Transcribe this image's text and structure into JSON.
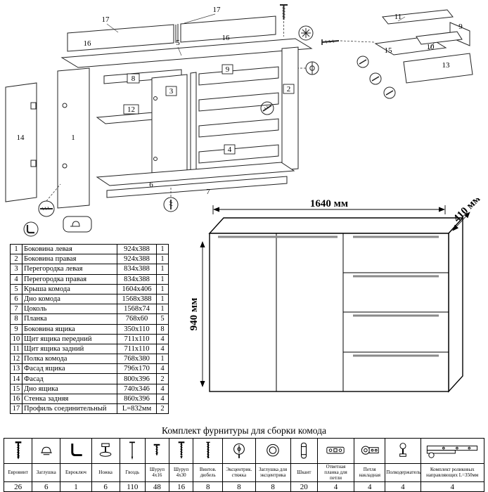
{
  "diagram": {
    "labels": {
      "a17": "17",
      "a16": "16",
      "a5": "5",
      "b16": "16",
      "b17": "17",
      "a8": "8",
      "a12": "12",
      "a3": "3",
      "a14": "14",
      "a1": "1",
      "a2": "2",
      "a9": "9",
      "a4": "4",
      "a6": "6",
      "a7": "7",
      "d11": "11",
      "d9": "9",
      "d15": "15",
      "d10": "10",
      "d13": "13"
    }
  },
  "dresser": {
    "width_label": "1640 мм",
    "depth_label": "410 мм",
    "height_label": "940 мм"
  },
  "parts_table": {
    "rows": [
      {
        "num": "1",
        "name": "Боковина левая",
        "size": "924х388",
        "qty": "1"
      },
      {
        "num": "2",
        "name": "Боковина правая",
        "size": "924х388",
        "qty": "1"
      },
      {
        "num": "3",
        "name": "Перегородка левая",
        "size": "834х388",
        "qty": "1"
      },
      {
        "num": "4",
        "name": "Перегородка правая",
        "size": "834х388",
        "qty": "1"
      },
      {
        "num": "5",
        "name": "Крыша комода",
        "size": "1604х406",
        "qty": "1"
      },
      {
        "num": "6",
        "name": "Дно комода",
        "size": "1568х388",
        "qty": "1"
      },
      {
        "num": "7",
        "name": "Цоколь",
        "size": "1568х74",
        "qty": "1"
      },
      {
        "num": "8",
        "name": "Планка",
        "size": "768х60",
        "qty": "5"
      },
      {
        "num": "9",
        "name": "Боковина ящика",
        "size": "350х110",
        "qty": "8"
      },
      {
        "num": "10",
        "name": "Щит ящика передний",
        "size": "711х110",
        "qty": "4"
      },
      {
        "num": "11",
        "name": "Щит ящика задний",
        "size": "711х110",
        "qty": "4"
      },
      {
        "num": "12",
        "name": "Полка комода",
        "size": "768х380",
        "qty": "1"
      },
      {
        "num": "13",
        "name": "Фасад ящика",
        "size": "796х170",
        "qty": "4"
      },
      {
        "num": "14",
        "name": "Фасад",
        "size": "800х396",
        "qty": "2"
      },
      {
        "num": "15",
        "name": "Дно ящика",
        "size": "740х346",
        "qty": "4"
      },
      {
        "num": "16",
        "name": "Стенка задняя",
        "size": "860х396",
        "qty": "4"
      },
      {
        "num": "17",
        "name": "Профиль соединительный",
        "size": "L=832мм",
        "qty": "2"
      }
    ]
  },
  "hardware": {
    "title": "Комплект фурнитуры для сборки комода",
    "items": [
      {
        "name": "Евровинт",
        "qty": "26"
      },
      {
        "name": "Заглушка",
        "qty": "6"
      },
      {
        "name": "Евроключ",
        "qty": "1"
      },
      {
        "name": "Ножка",
        "qty": "6"
      },
      {
        "name": "Гвоздь",
        "qty": "110"
      },
      {
        "name": "Шуруп 4х16",
        "qty": "48"
      },
      {
        "name": "Шуруп 4х30",
        "qty": "16"
      },
      {
        "name": "Винтов. дюбель",
        "qty": "8"
      },
      {
        "name": "Эксцентрик. стяжка",
        "qty": "8"
      },
      {
        "name": "Заглушка для эксцентрика",
        "qty": "8"
      },
      {
        "name": "Шкант",
        "qty": "20"
      },
      {
        "name": "Ответная планка для петли",
        "qty": "4"
      },
      {
        "name": "Петля накладная",
        "qty": "4"
      },
      {
        "name": "Полкодержатель",
        "qty": "4"
      },
      {
        "name": "Комплект роликовых направляющих L=350мм",
        "qty": "4"
      }
    ]
  }
}
